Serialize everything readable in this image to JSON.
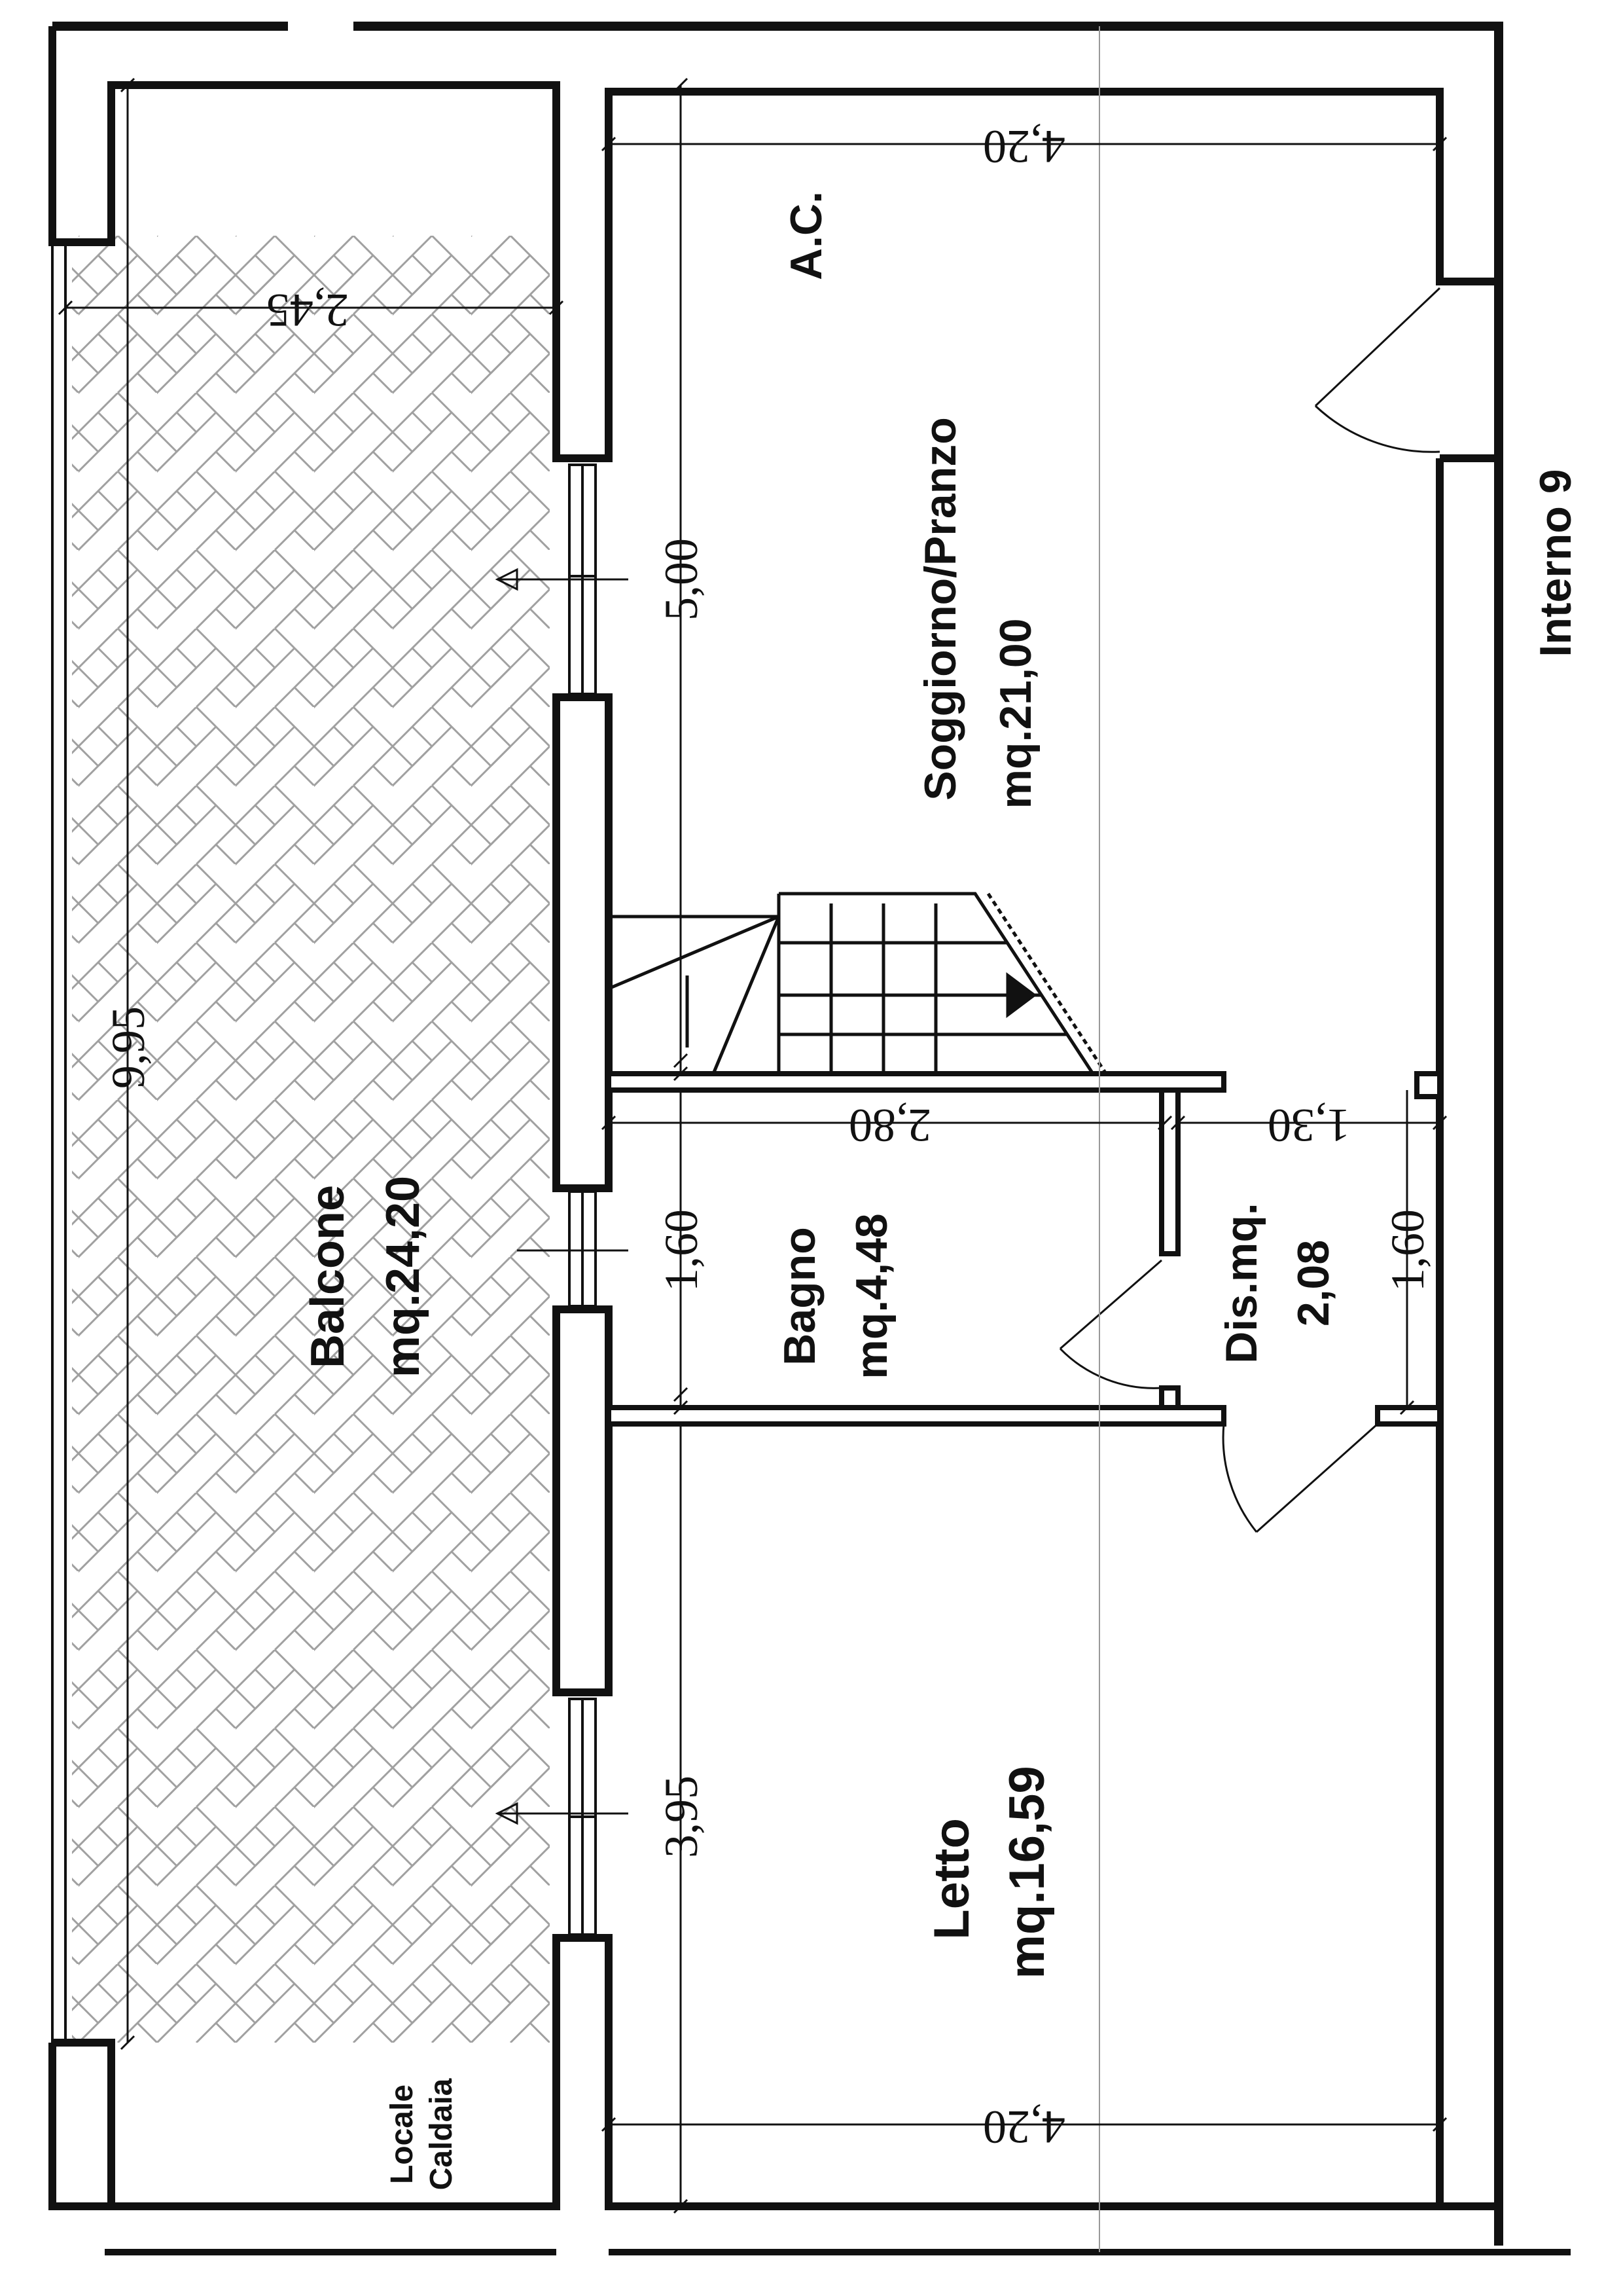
{
  "rooms": {
    "ac": "A.C.",
    "soggiorno_name": "Soggiorno/Pranzo",
    "soggiorno_area": "mq.21,00",
    "balcone_name": "Balcone",
    "balcone_area": "mq.24,20",
    "bagno_name": "Bagno",
    "bagno_area": "mq.4,48",
    "dis_name": "Dis.mq.",
    "dis_area": "2,08",
    "letto_name": "Letto",
    "letto_area": "mq.16,59",
    "caldaia_line1": "Locale",
    "caldaia_line2": "Caldaia",
    "interno": "Interno 9"
  },
  "dimensions": {
    "top_width": "4,20",
    "balcony_depth": "2,45",
    "soggiorno_length": "5,00",
    "balcony_length": "9,95",
    "bagno_width": "2,80",
    "dis_width": "1,30",
    "bagno_length": "1,60",
    "dis_length": "1,60",
    "letto_length": "3,95",
    "bottom_width": "4,20"
  }
}
